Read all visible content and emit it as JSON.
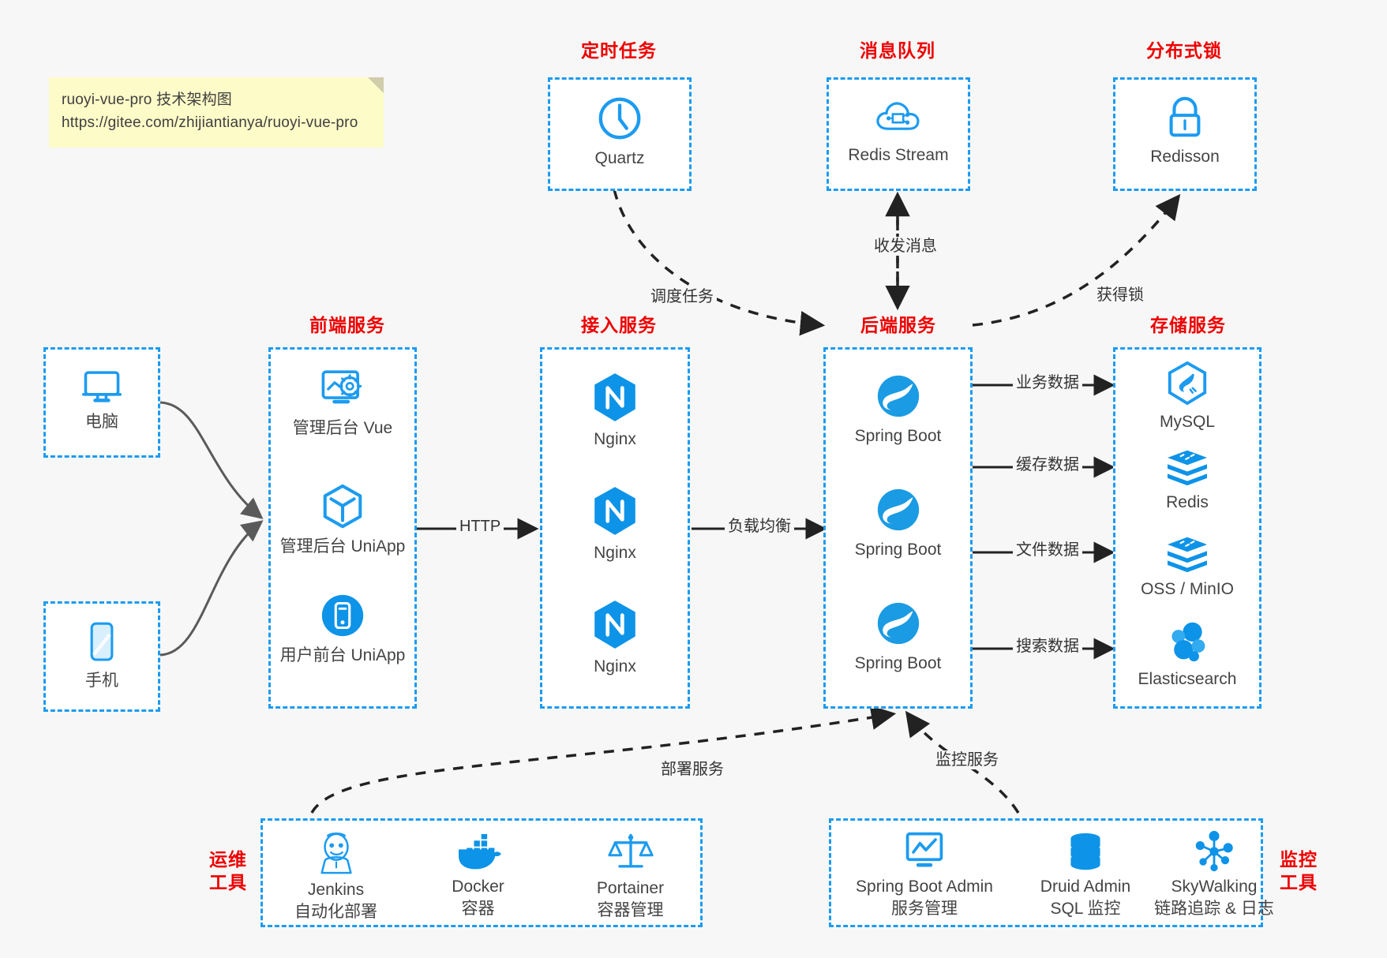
{
  "note": {
    "line1": "ruoyi-vue-pro 技术架构图",
    "line2": "https://gitee.com/zhijiantianya/ruoyi-vue-pro"
  },
  "colors": {
    "accent": "#1c9bf0",
    "group_border": "#1c9bf0",
    "title_red": "#ee0000",
    "note_bg": "#fdfbc8",
    "canvas_bg": "#f7f7f7",
    "edge_solid": "#222222",
    "edge_curve": "#5a5a5a",
    "label_text": "#444444"
  },
  "groups": {
    "scheduler": {
      "title": "定时任务",
      "nodes": [
        {
          "label": "Quartz",
          "icon": "clock-icon"
        }
      ]
    },
    "mq": {
      "title": "消息队列",
      "nodes": [
        {
          "label": "Redis Stream",
          "icon": "cloud-stream-icon"
        }
      ]
    },
    "lock": {
      "title": "分布式锁",
      "nodes": [
        {
          "label": "Redisson",
          "icon": "lock-icon"
        }
      ]
    },
    "client_pc": {
      "nodes": [
        {
          "label": "电脑",
          "icon": "desktop-icon"
        }
      ]
    },
    "client_mobile": {
      "nodes": [
        {
          "label": "手机",
          "icon": "phone-icon"
        }
      ]
    },
    "frontend": {
      "title": "前端服务",
      "nodes": [
        {
          "label": "管理后台 Vue",
          "icon": "dashboard-gear-icon"
        },
        {
          "label": "管理后台 UniApp",
          "icon": "cube-icon"
        },
        {
          "label": "用户前台 UniApp",
          "icon": "mobile-round-icon"
        }
      ]
    },
    "gateway": {
      "title": "接入服务",
      "nodes": [
        {
          "label": "Nginx",
          "icon": "nginx-icon"
        },
        {
          "label": "Nginx",
          "icon": "nginx-icon"
        },
        {
          "label": "Nginx",
          "icon": "nginx-icon"
        }
      ]
    },
    "backend": {
      "title": "后端服务",
      "nodes": [
        {
          "label": "Spring Boot",
          "icon": "spring-leaf-icon"
        },
        {
          "label": "Spring Boot",
          "icon": "spring-leaf-icon"
        },
        {
          "label": "Spring Boot",
          "icon": "spring-leaf-icon"
        }
      ]
    },
    "storage": {
      "title": "存储服务",
      "nodes": [
        {
          "label": "MySQL",
          "icon": "mysql-dolphin-icon"
        },
        {
          "label": "Redis",
          "icon": "redis-stack-icon"
        },
        {
          "label": "OSS / MinIO",
          "icon": "redis-stack-icon"
        },
        {
          "label": "Elasticsearch",
          "icon": "elasticsearch-icon"
        }
      ]
    },
    "devops": {
      "title": "运维\n工具",
      "title_lines": [
        "运维",
        "工具"
      ],
      "nodes": [
        {
          "label": "Jenkins",
          "sub": "自动化部署",
          "icon": "jenkins-butler-icon"
        },
        {
          "label": "Docker",
          "sub": "容器",
          "icon": "docker-whale-icon"
        },
        {
          "label": "Portainer",
          "sub": "容器管理",
          "icon": "scales-icon"
        }
      ]
    },
    "monitoring": {
      "title_lines": [
        "监控",
        "工具"
      ],
      "nodes": [
        {
          "label": "Spring Boot Admin",
          "sub": "服务管理",
          "icon": "monitor-chart-icon"
        },
        {
          "label": "Druid Admin",
          "sub": "SQL 监控",
          "icon": "database-icon"
        },
        {
          "label": "SkyWalking",
          "sub": "链路追踪 & 日志",
          "icon": "skywalking-icon"
        }
      ]
    }
  },
  "edges": [
    {
      "id": "front-to-gateway",
      "label": "HTTP"
    },
    {
      "id": "gateway-to-backend",
      "label": "负载均衡"
    },
    {
      "id": "scheduler-to-backend",
      "label": "调度任务"
    },
    {
      "id": "backend-to-mq",
      "label": "收发消息"
    },
    {
      "id": "backend-to-lock",
      "label": "获得锁"
    },
    {
      "id": "backend-to-mysql",
      "label": "业务数据"
    },
    {
      "id": "backend-to-redis",
      "label": "缓存数据"
    },
    {
      "id": "backend-to-oss",
      "label": "文件数据"
    },
    {
      "id": "backend-to-es",
      "label": "搜索数据"
    },
    {
      "id": "devops-to-backend",
      "label": "部署服务"
    },
    {
      "id": "monitoring-to-backend",
      "label": "监控服务"
    }
  ]
}
